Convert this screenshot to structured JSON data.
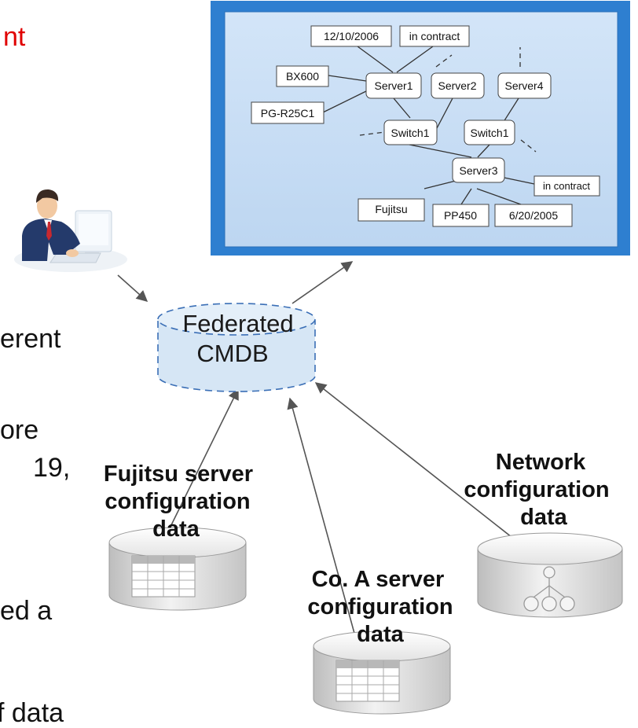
{
  "background_text": {
    "frag_nt": "nt",
    "frag_erent": "erent",
    "frag_ore": "ore",
    "frag_19": "19,",
    "frag_ed_a": "ed a",
    "frag_f_data": "f data",
    "accent_color": "#e00000"
  },
  "monitor": {
    "nodes": {
      "date1": "12/10/2006",
      "contract1": "in contract",
      "bx600": "BX600",
      "server1": "Server1",
      "server2": "Server2",
      "server4": "Server4",
      "pgr25c1": "PG-R25C1",
      "switch1a": "Switch1",
      "switch1b": "Switch1",
      "server3": "Server3",
      "contract2": "in contract",
      "fujitsu": "Fujitsu",
      "pp450": "PP450",
      "date2": "6/20/2005"
    },
    "frame_color": "#2e7fd0",
    "screen_color": "#c6dcf5"
  },
  "cmdb": {
    "line1": "Federated",
    "line2": "CMDB",
    "fill": "#d6e6f5",
    "stroke": "#3b6fb6"
  },
  "sources": {
    "fujitsu": [
      "Fujitsu server",
      "configuration",
      "data"
    ],
    "co_a": [
      "Co. A server",
      "configuration",
      "data"
    ],
    "network": [
      "Network",
      "configuration",
      "data"
    ]
  },
  "icons": {
    "user": "user-at-computer-icon",
    "table": "table-icon",
    "tree": "tree-icon"
  }
}
